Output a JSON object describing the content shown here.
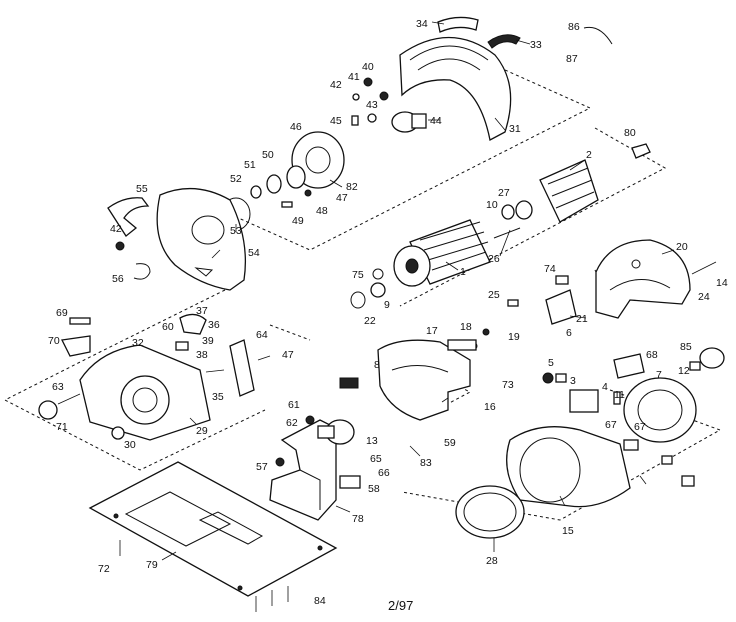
{
  "page": {
    "date_code": "2/97"
  },
  "parts": {
    "guard_assembly": [
      "31",
      "33",
      "34",
      "40",
      "41",
      "42",
      "43",
      "44",
      "45"
    ],
    "blade_group": [
      "46",
      "47",
      "48",
      "49",
      "50",
      "51",
      "52",
      "53",
      "54",
      "55",
      "56",
      "82"
    ],
    "armature_field": [
      "1",
      "2",
      "9",
      "10",
      "22",
      "26",
      "27",
      "75"
    ],
    "switch_handle": [
      "3",
      "4",
      "5",
      "6",
      "7",
      "8",
      "11",
      "12",
      "14",
      "16",
      "17",
      "18",
      "19",
      "20",
      "21",
      "24",
      "25",
      "59",
      "67",
      "68",
      "73",
      "74",
      "80",
      "83",
      "85",
      "86",
      "87"
    ],
    "motor_housing": [
      "15",
      "28"
    ],
    "shoe_guard": [
      "29",
      "30",
      "32",
      "35",
      "36",
      "37",
      "38",
      "39",
      "47",
      "60",
      "63",
      "64",
      "69",
      "70",
      "71"
    ],
    "base_assembly": [
      "13",
      "57",
      "58",
      "61",
      "62",
      "65",
      "66",
      "72",
      "78",
      "79",
      "84"
    ]
  },
  "labels": {
    "p1": "1",
    "p2": "2",
    "p3": "3",
    "p4": "4",
    "p5": "5",
    "p6": "6",
    "p7": "7",
    "p8": "8",
    "p9": "9",
    "p10": "10",
    "p11": "11",
    "p12": "12",
    "p13": "13",
    "p14": "14",
    "p15": "15",
    "p16": "16",
    "p17": "17",
    "p18": "18",
    "p19": "19",
    "p20": "20",
    "p21": "21",
    "p22": "22",
    "p24": "24",
    "p25": "25",
    "p26": "26",
    "p27": "27",
    "p28": "28",
    "p29": "29",
    "p30": "30",
    "p31": "31",
    "p32": "32",
    "p33": "33",
    "p34": "34",
    "p35": "35",
    "p36": "36",
    "p37": "37",
    "p38": "38",
    "p39": "39",
    "p40": "40",
    "p41": "41",
    "p42a": "42",
    "p42b": "42",
    "p43": "43",
    "p44": "44",
    "p45": "45",
    "p46": "46",
    "p47a": "47",
    "p47b": "47",
    "p48": "48",
    "p49": "49",
    "p50": "50",
    "p51": "51",
    "p52": "52",
    "p53": "53",
    "p54": "54",
    "p55": "55",
    "p56": "56",
    "p57": "57",
    "p58": "58",
    "p59": "59",
    "p60": "60",
    "p61": "61",
    "p62": "62",
    "p63": "63",
    "p64": "64",
    "p65": "65",
    "p66": "66",
    "p67": "67",
    "p67b": "67",
    "p68": "68",
    "p69": "69",
    "p70": "70",
    "p71": "71",
    "p72": "72",
    "p73": "73",
    "p74": "74",
    "p75": "75",
    "p78": "78",
    "p79": "79",
    "p80": "80",
    "p82": "82",
    "p83": "83",
    "p84": "84",
    "p85": "85",
    "p86": "86",
    "p87": "87"
  }
}
